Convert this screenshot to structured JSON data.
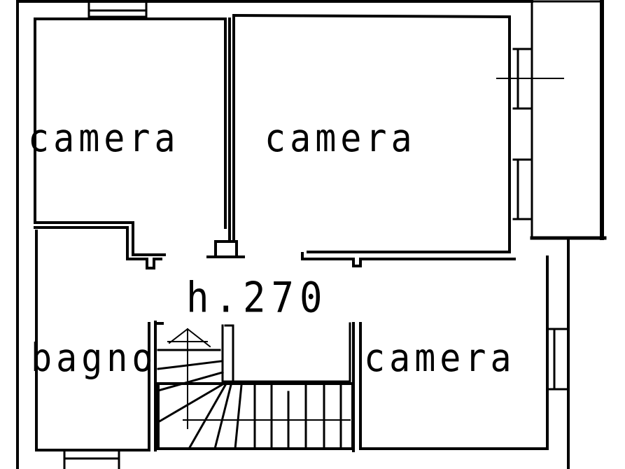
{
  "plan": {
    "type": "floor-plan",
    "stroke_color": "#000000",
    "background": "#ffffff",
    "rooms": [
      {
        "id": "camera-top-left",
        "label": "camera"
      },
      {
        "id": "camera-top-center",
        "label": "camera"
      },
      {
        "id": "bagno",
        "label": "bagno"
      },
      {
        "id": "camera-bottom-right",
        "label": "camera"
      }
    ],
    "hallway": {
      "height_label": "h.270"
    },
    "features": [
      "staircase",
      "windows",
      "balcony"
    ]
  }
}
